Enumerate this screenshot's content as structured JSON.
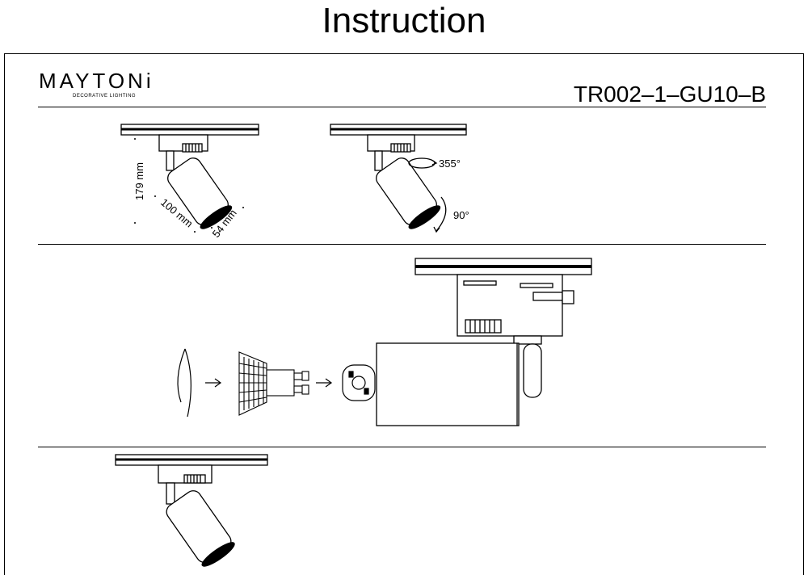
{
  "header": {
    "title": "Instruction"
  },
  "brand": {
    "name": "MAYTONi",
    "tagline": "DECORATIVE LIGHTING"
  },
  "product": {
    "model": "TR002–1–GU10–B"
  },
  "dimensions": {
    "height": "179 mm",
    "length": "100 mm",
    "diameter": "54 mm"
  },
  "rotation": {
    "horizontal": "355°",
    "vertical": "90°"
  },
  "icons": [
    "track-spotlight-icon",
    "rotate-arrow-icon",
    "lens-ring-icon",
    "gu10-bulb-icon",
    "lamp-socket-icon",
    "step-arrow-icon"
  ]
}
